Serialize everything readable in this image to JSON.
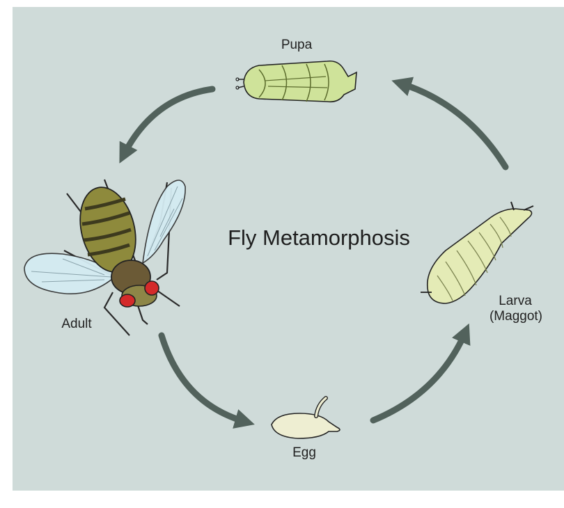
{
  "title": "Fly Metamorphosis",
  "stages": {
    "pupa": "Pupa",
    "adult": "Adult",
    "egg": "Egg",
    "larva_line1": "Larva",
    "larva_line2": "(Maggot)"
  },
  "colors": {
    "background": "#cfdbd9",
    "arrow": "#52625c",
    "stage_fill": "#dfe9b8",
    "pupa_fill": "#cfe39a",
    "fly_abdomen": "#8a8a3a",
    "fly_eye": "#d42a2a",
    "wing": "#d4ebf2"
  }
}
